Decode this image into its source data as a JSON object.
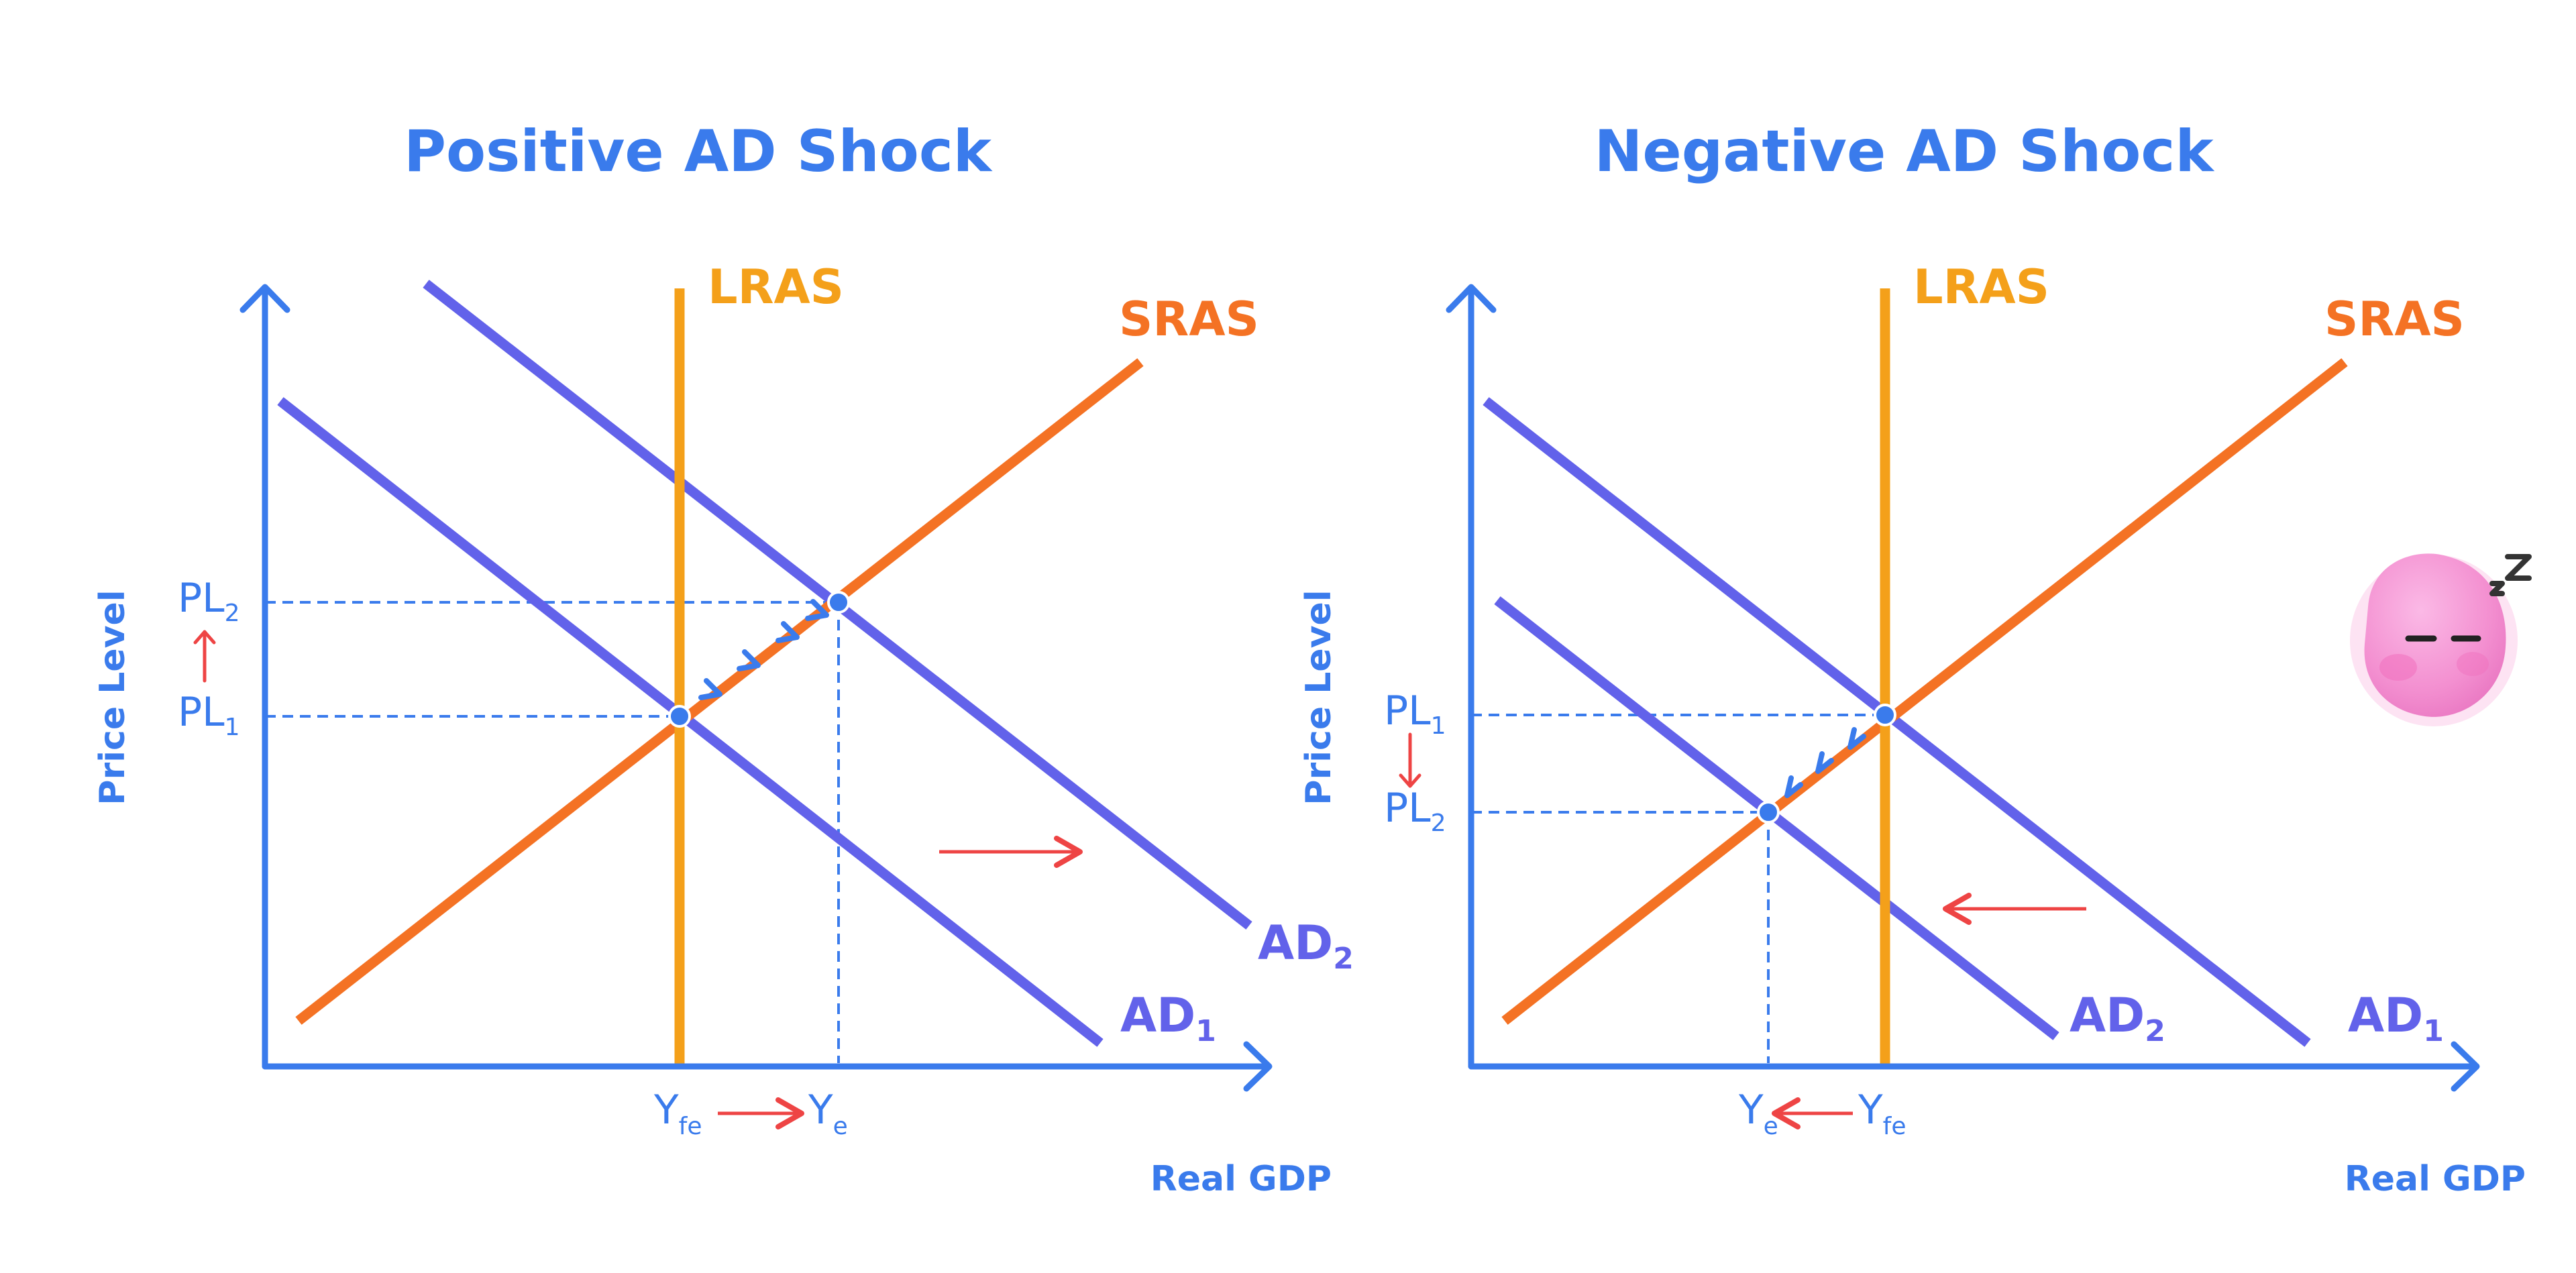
{
  "colors": {
    "axis": "#3a7bec",
    "ad": "#6262ea",
    "sras": "#f47224",
    "lras": "#f4a01a",
    "arrow": "#ee4444",
    "guide": "#3a7bec",
    "mascot": "#f59ad6"
  },
  "left": {
    "title": "Positive AD Shock",
    "y_axis_label": "Price Level",
    "x_axis_label": "Real GDP",
    "lras_label": "LRAS",
    "sras_label": "SRAS",
    "ad_a": {
      "base": "AD",
      "sub": "1"
    },
    "ad_b": {
      "base": "AD",
      "sub": "2"
    },
    "price_upper": {
      "base": "PL",
      "sub": "2"
    },
    "price_lower": {
      "base": "PL",
      "sub": "1"
    },
    "output_first": {
      "base": "Y",
      "sub": "fe"
    },
    "output_second": {
      "base": "Y",
      "sub": "e"
    }
  },
  "right": {
    "title": "Negative AD Shock",
    "y_axis_label": "Price Level",
    "x_axis_label": "Real GDP",
    "lras_label": "LRAS",
    "sras_label": "SRAS",
    "ad_a": {
      "base": "AD",
      "sub": "2"
    },
    "ad_b": {
      "base": "AD",
      "sub": "1"
    },
    "price_upper": {
      "base": "PL",
      "sub": "1"
    },
    "price_lower": {
      "base": "PL",
      "sub": "2"
    },
    "output_first": {
      "base": "Y",
      "sub": "e"
    },
    "output_second": {
      "base": "Y",
      "sub": "fe"
    }
  },
  "mascot": {
    "icon": "sleeping-blob-icon",
    "zz": "zZ"
  }
}
